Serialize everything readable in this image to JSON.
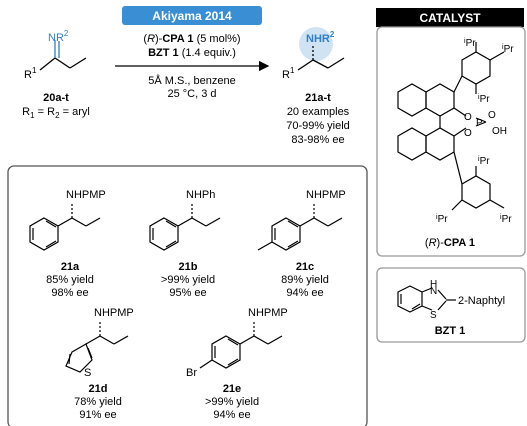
{
  "reaction": {
    "banner": "Akiyama 2014",
    "substrate": {
      "sub": "R",
      "sub_idx": "1",
      "nr": "NR",
      "nr_idx": "2",
      "id": "20a-t",
      "def_r1": "R",
      "def_r1_idx": "1",
      "def_r2": "R",
      "def_r2_idx": "2",
      "def_tail": "= aryl",
      "def_eq": "="
    },
    "conditions": {
      "line1_pre": "(",
      "line1_r": "R",
      "line1_post": ")-",
      "line1_cpa": "CPA 1",
      "line1_tail": "(5 mol%)",
      "line2_bzt": "BZT 1",
      "line2_tail": "(1.4 equiv.)",
      "line3": "5Å M.S., benzene",
      "line4": "25 °C, 3 d"
    },
    "product": {
      "nhr": "NHR",
      "nhr_idx": "2",
      "r1": "R",
      "r1_idx": "1",
      "id": "21a-t",
      "examples": "20 examples",
      "yield": "70-99% yield",
      "ee": "83-98% ee"
    }
  },
  "examples": [
    {
      "id": "21a",
      "group": "NHPMP",
      "yield": "85% yield",
      "ee": "98% ee"
    },
    {
      "id": "21b",
      "group": "NHPh",
      "yield": ">99% yield",
      "ee": "95% ee"
    },
    {
      "id": "21c",
      "group": "NHPMP",
      "yield": "89% yield",
      "ee": "94% ee"
    },
    {
      "id": "21d",
      "group": "NHPMP",
      "atom": "S",
      "yield": "78% yield",
      "ee": "91% ee"
    },
    {
      "id": "21e",
      "group": "NHPMP",
      "atom": "Br",
      "yield": ">99% yield",
      "ee": "94% ee"
    }
  ],
  "catalyst": {
    "header": "CATALYST",
    "ipr": "iPr",
    "ipr_i": "i",
    "ipr_pr": "Pr",
    "o": "O",
    "p": "P",
    "oh": "OH",
    "name_pre": "(",
    "name_r": "R",
    "name_post": ")-",
    "name_bold": "CPA 1"
  },
  "bzt": {
    "h": "H",
    "n": "N",
    "s": "S",
    "substituent": "2-Naphtyl",
    "name": "BZT 1"
  },
  "colors": {
    "banner": "#3a8fd4",
    "header": "#000000",
    "highlight": "#cfe3f3",
    "frame": "#555555"
  }
}
